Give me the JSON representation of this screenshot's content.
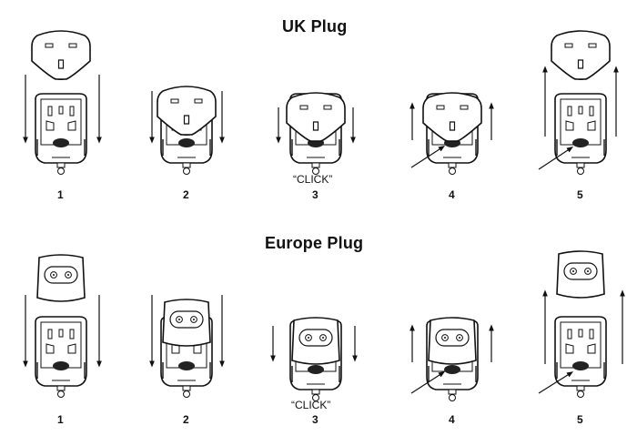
{
  "sections": [
    {
      "title": "UK Plug",
      "steps": [
        "1",
        "2",
        "3",
        "4",
        "5"
      ],
      "click_label": "“CLICK”"
    },
    {
      "title": "Europe Plug",
      "steps": [
        "1",
        "2",
        "3",
        "4",
        "5"
      ],
      "click_label": "“CLICK”"
    }
  ],
  "icons": [
    "uk-plug-adapter-icon",
    "europe-plug-adapter-icon",
    "charger-base-icon",
    "arrow-down-icon",
    "arrow-up-icon",
    "push-button-pointer-icon"
  ]
}
